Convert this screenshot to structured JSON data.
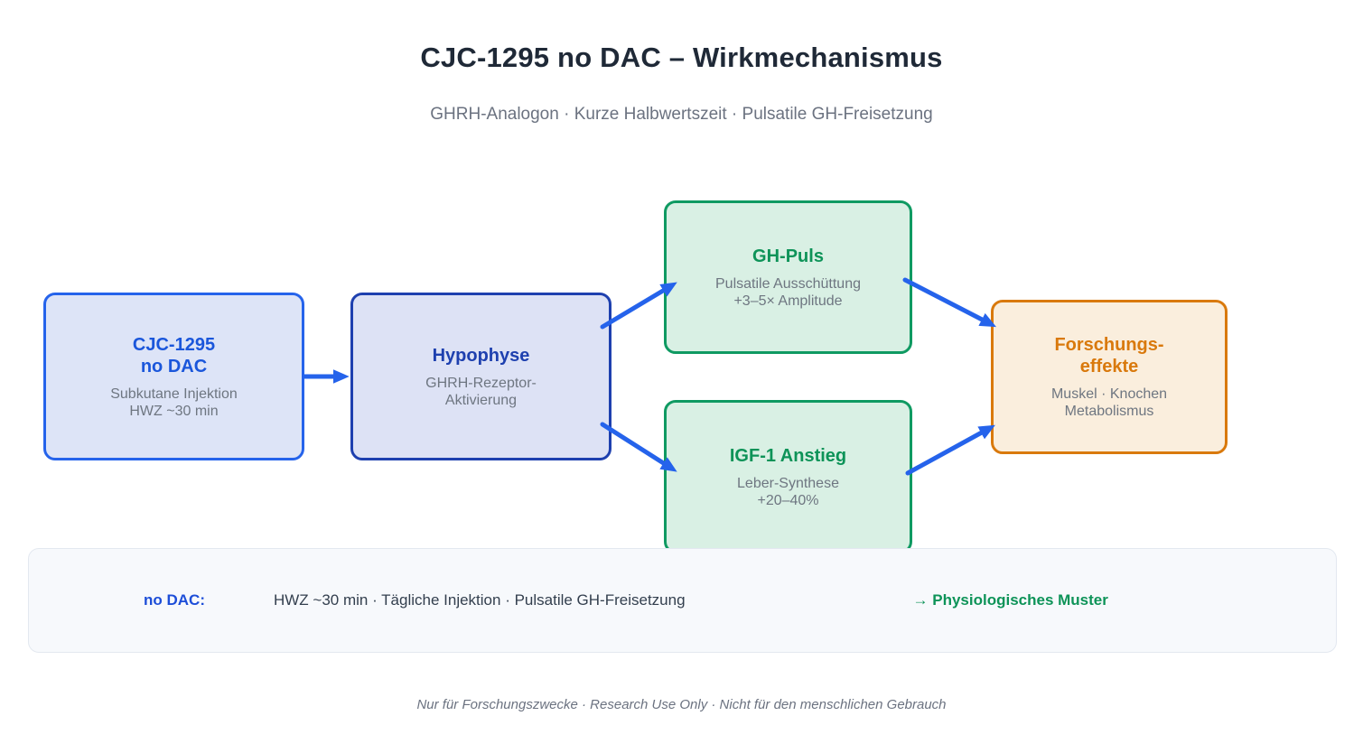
{
  "header": {
    "title": "CJC-1295 no DAC – Wirkmechanismus",
    "subtitle": "GHRH-Analogon · Kurze Halbwertszeit · Pulsatile GH-Freisetzung"
  },
  "diagram": {
    "nodes": {
      "cjc": {
        "title": "CJC-1295\nno DAC",
        "subtitle": "Subkutane Injektion\nHWZ ~30 min"
      },
      "hypophyse": {
        "title": "Hypophyse",
        "subtitle": "GHRH-Rezeptor-\nAktivierung"
      },
      "gh_puls": {
        "title": "GH-Puls",
        "subtitle": "Pulsatile Ausschüttung\n+3–5× Amplitude"
      },
      "igf1": {
        "title": "IGF-1 Anstieg",
        "subtitle": "Leber-Synthese\n+20–40%"
      },
      "effects": {
        "title": "Forschungs-\neffekte",
        "subtitle": "Muskel · Knochen\nMetabolismus"
      }
    },
    "edges": [
      {
        "from": "cjc",
        "to": "hypophyse"
      },
      {
        "from": "hypophyse",
        "to": "gh_puls"
      },
      {
        "from": "hypophyse",
        "to": "igf1"
      },
      {
        "from": "gh_puls",
        "to": "effects"
      },
      {
        "from": "igf1",
        "to": "effects"
      }
    ]
  },
  "info_bar": {
    "label": "no DAC:",
    "text": "HWZ ~30 min · Tägliche Injektion · Pulsatile GH-Freisetzung",
    "highlight": "→ Physiologisches Muster"
  },
  "footer": {
    "disclaimer": "Nur für Forschungszwecke · Research Use Only · Nicht für den menschlichen Gebrauch"
  },
  "colors": {
    "arrow_blue": "#2563eb",
    "cjc_accent": "#1a56db",
    "hypophyse_accent": "#1e40af",
    "green_accent": "#0d9358",
    "green_border": "#0f9a62",
    "orange_accent": "#d9790c",
    "blue_fill": "#dde4f7",
    "green_fill": "#d9f0e4",
    "orange_fill": "#faeedd",
    "bar_background": "#f7f9fc",
    "muted_text": "#6b7280"
  }
}
